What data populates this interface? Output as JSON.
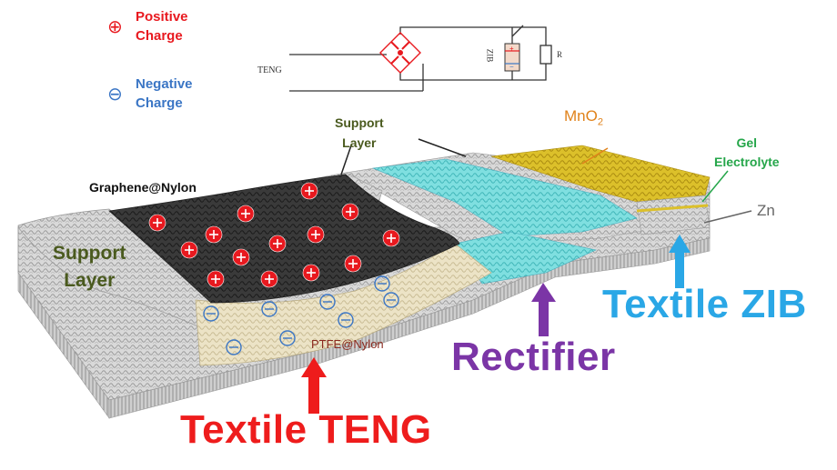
{
  "legend": {
    "positive": {
      "symbol": "⊕",
      "label": "Positive\nCharge"
    },
    "negative": {
      "symbol": "⊖",
      "label": "Negative\nCharge"
    }
  },
  "circuit": {
    "teng_label": "TENG",
    "battery_label": "ZIB",
    "resistor_label": "R"
  },
  "labels": {
    "support_layer_top": "Support\nLayer",
    "support_layer_left": "Support\nLayer",
    "graphene": "Graphene@Nylon",
    "ptfe": "PTFE@Nylon",
    "mno2_main": "MnO",
    "mno2_sub": "2",
    "gel": "Gel\nElectrolyte",
    "zn": "Zn"
  },
  "titles": {
    "teng": "Textile TENG",
    "rectifier": "Rectifier",
    "zib": "Textile ZIB"
  },
  "colors": {
    "positive": "#e8191f",
    "negative": "#3b76c5",
    "support": "#4a5a1e",
    "teng_arrow": "#ee1c1c",
    "rectifier": "#7b35a6",
    "zib": "#2aa7e6",
    "mno2": "#e0821a",
    "gel": "#25a64a",
    "zn": "#666666",
    "graphene": "#3a3a3a",
    "ptfe": "#ece2c4",
    "cyan": "#79dede",
    "gold": "#d8b824"
  }
}
